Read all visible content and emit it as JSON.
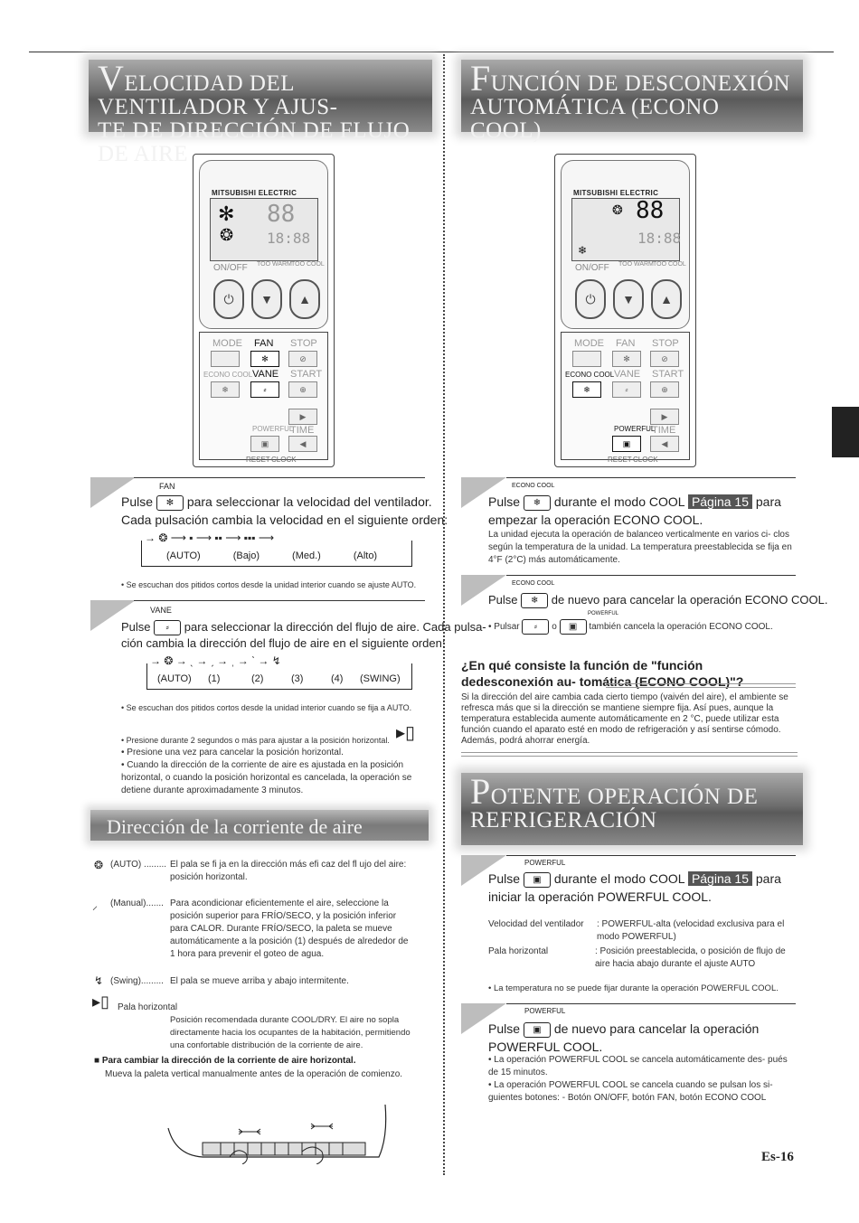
{
  "left": {
    "banner_cap": "V",
    "banner_line1": "ELOCIDAD DEL VENTILADOR Y AJUS-",
    "banner_line2": "TE DE DIRECCIÓN DE FLUJO DE AIRE",
    "remote": {
      "brand": "MITSUBISHI ELECTRIC",
      "onoff": "ON/OFF",
      "too_warm": "TOO WARM",
      "too_cool": "TOO COOL",
      "mode": "MODE",
      "fan": "FAN",
      "stop": "STOP",
      "econo_cool": "ECONO COOL",
      "vane": "VANE",
      "start": "START",
      "powerful": "POWERFUL",
      "time": "TIME",
      "reset": "RESET",
      "clock": "CLOCK"
    },
    "fan": {
      "key_label": "FAN",
      "line1_pre": "Pulse",
      "line1_post": "para seleccionar la velocidad del ventilador.",
      "line2": "Cada pulsación cambia la velocidad en el siguiente orden:",
      "seq": [
        "(AUTO)",
        "(Bajo)",
        "(Med.)",
        "(Alto)"
      ],
      "note": "Se escuchan dos pitidos cortos desde la unidad interior cuando se ajuste AUTO."
    },
    "vane": {
      "key_label": "VANE",
      "line1_pre": "Pulse",
      "line1_post": "para seleccionar la dirección del flujo de aire. Cada pulsa-",
      "line2": "ción cambia la dirección del flujo de aire en el siguiente orden:",
      "seq": [
        "(AUTO)",
        "(1)",
        "(2)",
        "(3)",
        "(4)",
        "(SWING)"
      ],
      "note": "Se escuchan dos pitidos cortos desde la unidad interior cuando se fija a AUTO.",
      "bullets": [
        "Presione durante 2 segundos o más para ajustar a la posición horizontal.",
        "Presione una vez para cancelar la posición horizontal.",
        "Cuando la dirección de la corriente de aire es ajustada en la posición horizontal, o cuando la posición horizontal es cancelada, la operación se detiene durante aproximadamente 3 minutos."
      ]
    },
    "airflow_banner": "Dirección de la corriente de aire",
    "airflow": [
      {
        "term": "(AUTO) .........",
        "desc": "El pala se fi ja en la dirección más efi caz del fl ujo del aire: posición horizontal."
      },
      {
        "term": "(Manual).......",
        "desc": "Para acondicionar eficientemente el aire, seleccione la posición superior para FRÍO/SECO, y la posición inferior para CALOR. Durante FRÍO/SECO, la paleta se mueve automáticamente a la posición (1) después de alrededor de 1 hora para prevenir el goteo de agua."
      },
      {
        "term": "(Swing).........",
        "desc": "El pala se mueve arriba y abajo intermitente."
      },
      {
        "term": "Pala horizontal",
        "desc": "Posición recomendada durante COOL/DRY. El aire no sopla directamente hacia los ocupantes de la habitación, permitiendo una confortable distribución de la corriente de aire."
      }
    ],
    "horiz_title": "Para cambiar la dirección de la corriente de aire horizontal.",
    "horiz_text": "Mueva la paleta vertical manualmente antes de la operación de comienzo."
  },
  "right": {
    "banner_cap": "F",
    "banner_line1": "UNCIÓN DE DESCONEXIÓN",
    "banner_line2": "AUTOMÁTICA (ECONO COOL)",
    "econo1": {
      "key_label": "ECONO COOL",
      "pre": "Pulse",
      "mid": "durante el modo COOL",
      "page": "Página 15",
      "post": "para",
      "line2": "empezar la operación ECONO COOL.",
      "desc": "La unidad ejecuta la operación de balanceo verticalmente en varios ci- clos según la temperatura de la unidad. La temperatura preestablecida se fija en 4°F (2°C) más automáticamente."
    },
    "econo2": {
      "key_label": "ECONO COOL",
      "pre": "Pulse",
      "post": "de nuevo para cancelar la operación ECONO COOL.",
      "sub_key": "POWERFUL",
      "note_pre": "Pulsar",
      "note_o": "o",
      "note_post": "también cancela la operación ECONO COOL."
    },
    "question_title": "¿En qué consiste la función de \"función dedesconexión au- tomática (ECONO COOL)\"?",
    "question_text": "Si la dirección del aire cambia cada cierto tiempo (vaivén del aire), el ambiente se refresca más que si la dirección se mantiene siempre fija. Así pues, aunque la temperatura establecida aumente automáticamente en 2 °C, puede utilizar esta función cuando el aparato esté en modo de refrigeración y así sentirse cómodo. Además, podrá ahorrar energía.",
    "banner2_cap": "P",
    "banner2_line1": "OTENTE OPERACIÓN DE",
    "banner2_line2": "REFRIGERACIÓN",
    "pow1": {
      "key_label": "POWERFUL",
      "pre": "Pulse",
      "mid": "durante el modo COOL",
      "page": "Página 15",
      "post": "para",
      "line2": "iniciar la operación POWERFUL COOL.",
      "rows": [
        {
          "k": "Velocidad del ventilador",
          "v": ": POWERFUL-alta (velocidad exclusiva para el modo POWERFUL)"
        },
        {
          "k": "Pala horizontal",
          "v": ": Posición preestablecida, o posición de flujo de aire hacia abajo durante el ajuste AUTO"
        }
      ],
      "note": "La temperatura no se puede fijar durante la operación POWERFUL COOL."
    },
    "pow2": {
      "key_label": "POWERFUL",
      "pre": "Pulse",
      "post": "de nuevo para cancelar la operación",
      "line2": "POWERFUL COOL.",
      "bullets": [
        "La operación POWERFUL COOL se cancela automáticamente des- pués de 15 minutos.",
        "La operación POWERFUL COOL se cancela cuando se pulsan los si- guientes botones: - Botón ON/OFF, botón FAN, botón ECONO COOL"
      ]
    },
    "page_number": "Es-16"
  }
}
